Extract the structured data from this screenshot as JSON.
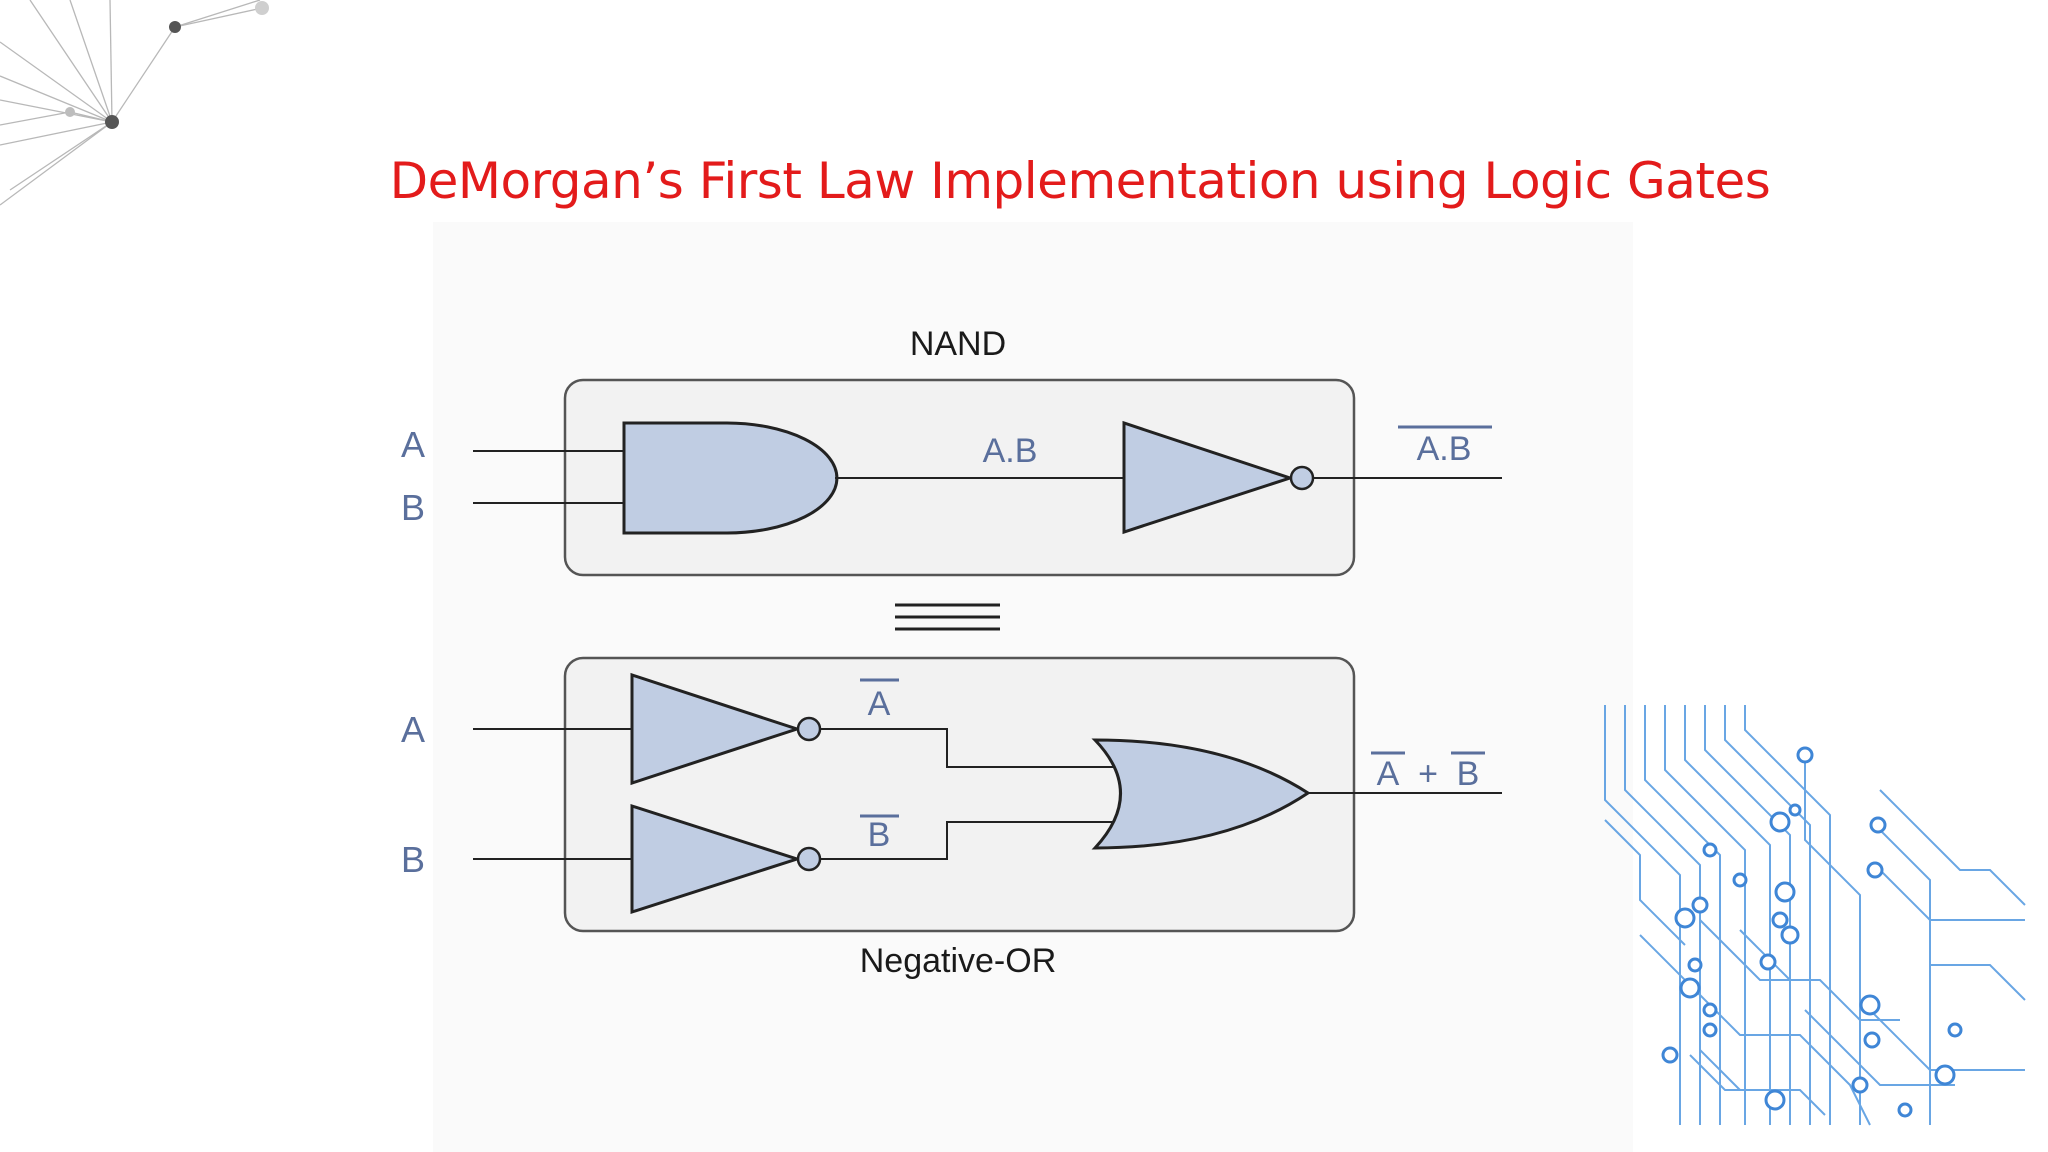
{
  "slide": {
    "title": "DeMorgan’s First Law Implementation using Logic Gates"
  },
  "diagram": {
    "nand_block": {
      "title": "NAND",
      "input_a": "A",
      "input_b": "B",
      "and_output": "A.B",
      "output": "A.B",
      "output_overline": true
    },
    "equivalence_symbol": "≡",
    "negative_or_block": {
      "title": "Negative-OR",
      "input_a": "A",
      "input_b": "B",
      "not_a": "A",
      "not_b": "B",
      "output_a": "A",
      "output_plus": "+",
      "output_b": "B",
      "overlined_terms": true
    },
    "colors": {
      "gate_fill": "#c0cde3",
      "block_fill": "#f2f2f2",
      "label_color": "#5a6f9c",
      "title_color": "#e31b1b"
    }
  },
  "decorations": {
    "top_left": "network-graphic",
    "bottom_right": "circuit-board-graphic"
  }
}
